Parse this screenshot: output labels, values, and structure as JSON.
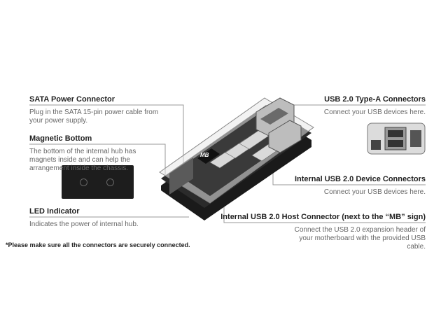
{
  "callouts": {
    "sata": {
      "title": "SATA Power Connector",
      "desc": "Plug in the SATA 15-pin power cable from your power supply."
    },
    "magnetic": {
      "title": "Magnetic Bottom",
      "desc": "The bottom of the internal hub has magnets inside and can help the arrangement inside the chassis."
    },
    "led": {
      "title": "LED Indicator",
      "desc": "Indicates the power of internal hub."
    },
    "usb_a": {
      "title": "USB 2.0 Type-A Connectors",
      "desc": "Connect your USB devices here."
    },
    "internal_device": {
      "title": "Internal USB 2.0 Device Connectors",
      "desc": "Connect your USB devices here."
    },
    "host": {
      "title": "Internal USB 2.0 Host Connector (next to the “MB” sign)",
      "desc": "Connect the USB 2.0 expansion header of your motherboard with the provided USB cable."
    }
  },
  "footnote": "*Please make sure all the connectors are securely connected.",
  "board_label": "MB",
  "colors": {
    "hub_body": "#1a1a1a",
    "board": "#3a3a3a",
    "callout_line": "#999999"
  }
}
